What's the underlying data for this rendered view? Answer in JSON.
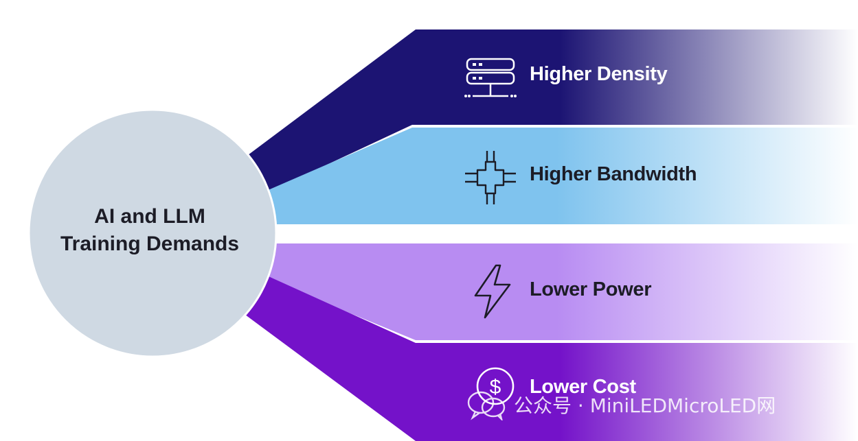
{
  "center": {
    "title_line1": "AI and LLM",
    "title_line2": "Training Demands",
    "color": "#cfd9e3"
  },
  "bands": [
    {
      "label": "Higher Density",
      "icon": "server-rack-icon",
      "color": "#1c1473",
      "text_color": "#ffffff"
    },
    {
      "label": "Higher Bandwidth",
      "icon": "chip-icon",
      "color": "#7fc3ee",
      "text_color": "#1c1c26"
    },
    {
      "label": "Lower Power",
      "icon": "lightning-icon",
      "color": "#b88cf2",
      "text_color": "#1c1c26"
    },
    {
      "label": "Lower Cost",
      "icon": "dollar-coin-icon",
      "color": "#7412c9",
      "text_color": "#ffffff"
    }
  ],
  "watermark": {
    "text": "公众号 · MiniLEDMicroLED网",
    "icon": "wechat-icon"
  }
}
